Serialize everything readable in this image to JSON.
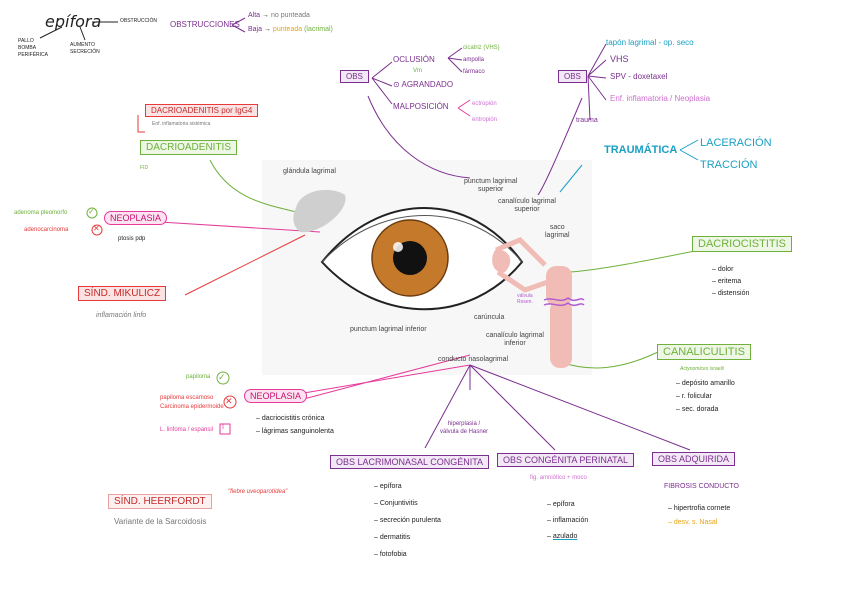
{
  "epifora": {
    "title": "epífora",
    "branches": [
      "PALLO",
      "BOMBA",
      "PERIFÉRICA",
      "AUMENTO",
      "SECRECIÓN",
      "OBSTRUCCIÓN"
    ]
  },
  "obstrucciones": {
    "label": "OBSTRUCCIONES",
    "alta": "Alta",
    "alta_desc": "no punteada",
    "baja": "Baja",
    "baja_desc": "punteada",
    "baja_note": "(lacrimal)"
  },
  "obs_left": {
    "box": "OBS",
    "oclusion": "OCLUSIÓN",
    "oclusion_items": [
      "cicatriz (VHS)",
      "ampolla",
      "fármaco"
    ],
    "vm": "Vm",
    "agrandado": "AGRANDADO",
    "malposicion": "MALPOSICIÓN",
    "malposicion_items": [
      "ectropión",
      "entropión"
    ]
  },
  "obs_right": {
    "box": "OBS",
    "items": [
      "tapón lagrimal - op. seco",
      "VHS",
      "SPV - doxetaxel",
      "Enf. inflamatoria / Neoplasia"
    ],
    "trauma": "trauma"
  },
  "traumatica": {
    "label": "TRAUMÁTICA",
    "items": [
      "LACERACIÓN",
      "TRACCIÓN"
    ]
  },
  "dacrioadenitis_igg4": {
    "label": "DACRIOADENITIS por IgG4",
    "desc": "Enf. inflamatoria sistémica"
  },
  "dacrioadenitis": {
    "label": "DACRIOADENITIS",
    "note": "FID"
  },
  "neoplasia_top": {
    "label": "NEOPLASIA",
    "adenoma": "adenoma pleomorfo",
    "adenocarcinoma": "adenocarcinoma",
    "note": "ptosis pdp"
  },
  "mikulicz": {
    "label": "SÍND. MIKULICZ",
    "desc": "inflamación linfo"
  },
  "dacriocistitis": {
    "label": "DACRIOCISTITIS",
    "items": [
      "dolor",
      "eritema",
      "distensión"
    ]
  },
  "canaliculitis": {
    "label": "CANALICULITIS",
    "note": "Actynomices israelii",
    "items": [
      "depósito amarillo",
      "r. folicular",
      "sec. dorada"
    ]
  },
  "neoplasia_bottom": {
    "label": "NEOPLASIA",
    "papiloma": "papiloma",
    "left_items": [
      "papiloma escamoso",
      "Carcinoma epidermoide"
    ],
    "linfoma": "L. linfoma / espansil",
    "items": [
      "dacriocistitis crónica",
      "lágrimas sanguinolenta"
    ]
  },
  "heerfordt": {
    "label": "SÍND. HEERFORDT",
    "quote": "\"fiebre uveoparotídea\"",
    "desc": "Variante de la Sarcoidosis"
  },
  "hasner": {
    "line1": "hiperplasia /",
    "line2": "válvula de Hasner"
  },
  "obs_congenita": {
    "label": "OBS LACRIMONASAL CONGÉNITA",
    "items": [
      "epífora",
      "Conjuntivitis",
      "secreción purulenta",
      "dermatitis",
      "fotofobia"
    ]
  },
  "obs_perinatal": {
    "label": "OBS CONGÉNITA PERINATAL",
    "note": "fig. amniótico + moco",
    "items": [
      "epífora",
      "inflamación",
      "azulado"
    ]
  },
  "obs_adquirida": {
    "label": "OBS ADQUIRIDA",
    "fibrosis": "FIBROSIS CONDUCTO",
    "items": [
      "hipertrofia cornete",
      "desv. s. Nasal"
    ]
  },
  "anatomy": {
    "glandula": "glándula lagrimal",
    "punctum_sup": [
      "punctum lagrimal",
      "superior"
    ],
    "canaliculo_sup": [
      "canalículo lagrimal",
      "superior"
    ],
    "saco": [
      "saco",
      "lagrimal"
    ],
    "punctum_inf": "punctum lagrimal inferior",
    "caruncula": "carúncula",
    "canaliculo_inf": [
      "canalículo lagrimal",
      "inferior"
    ],
    "conducto": "conducto nasolagrimal",
    "valvula": [
      "válvula",
      "Rosen."
    ]
  },
  "colors": {
    "purple": "#7b2f8f",
    "green": "#6fb13b",
    "red": "#e83a3a",
    "pink": "#e53a9c",
    "teal": "#1a9fc4",
    "iris": "#c47a2a"
  }
}
